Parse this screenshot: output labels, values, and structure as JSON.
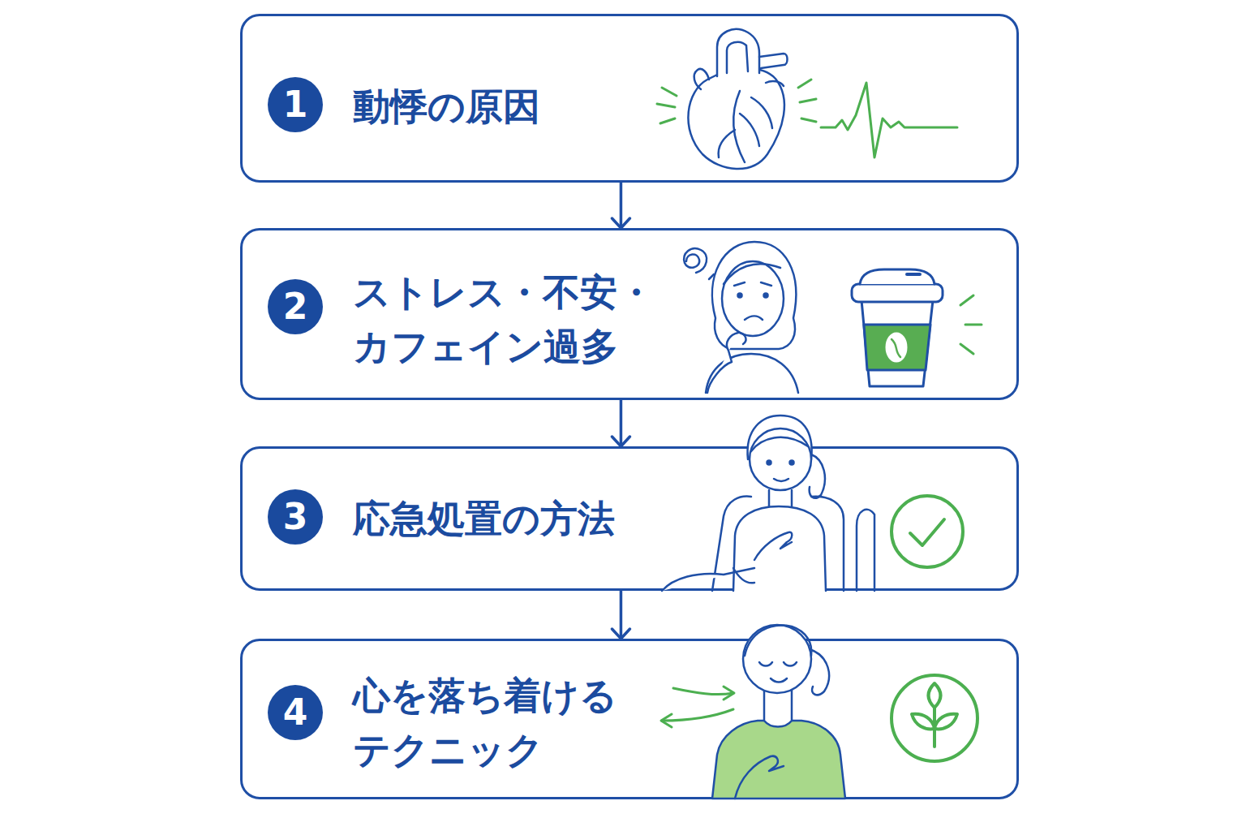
{
  "diagram": {
    "nodes": [
      {
        "text": [
          "動悸の原因"
        ]
      },
      {
        "text": [
          "1"
        ],
        "in": 0
      },
      {
        "text": [
          "ストレス・不安・ カフェイン過多"
        ]
      },
      {
        "text": [
          "2"
        ],
        "in": 2
      },
      {
        "text": [
          "応急処置の方法"
        ]
      },
      {
        "text": [
          "3"
        ],
        "in": 4
      },
      {
        "text": [
          "心を落ち着ける テクニック"
        ]
      },
      {
        "text": [
          "4"
        ],
        "in": 6
      }
    ],
    "edges": [
      {
        "from": 0,
        "to": 2,
        "arrow": "to"
      },
      {
        "from": 2,
        "to": 4,
        "arrow": "to"
      },
      {
        "from": 4,
        "to": 6,
        "arrow": "to"
      }
    ]
  }
}
